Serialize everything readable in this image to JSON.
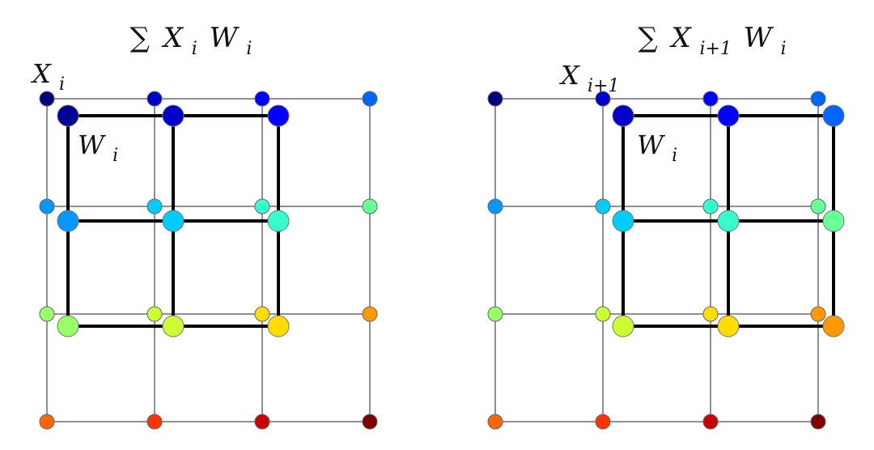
{
  "panels": [
    {
      "id": "left",
      "title": {
        "symbol": "∑",
        "parts": [
          {
            "base": "X",
            "sub": "i"
          },
          {
            "base": "W",
            "sub": "i"
          }
        ]
      },
      "input_label": {
        "base": "X",
        "sub": "i"
      },
      "kernel_label": {
        "base": "W",
        "sub": "i"
      },
      "input_grid": [
        [
          "#000080",
          "#0000cd",
          "#0000ff",
          "#0066ff"
        ],
        [
          "#0099ff",
          "#00ccff",
          "#33ffcc",
          "#66ff99"
        ],
        [
          "#99ff66",
          "#ccff33",
          "#ffdd00",
          "#ff9900"
        ],
        [
          "#ff6600",
          "#ff3300",
          "#cc0000",
          "#800000"
        ]
      ],
      "kernel_grid": [
        [
          "#000099",
          "#0000cc",
          "#0000ff"
        ],
        [
          "#0099ff",
          "#00ccff",
          "#33ffcc"
        ],
        [
          "#99ff66",
          "#ccff33",
          "#ffdd00"
        ]
      ],
      "kernel_offset_cols": 0
    },
    {
      "id": "right",
      "title": {
        "symbol": "∑",
        "parts": [
          {
            "base": "X",
            "sub": "i+1"
          },
          {
            "base": "W",
            "sub": "i"
          }
        ]
      },
      "input_label": {
        "base": "X",
        "sub": "i+1"
      },
      "kernel_label": {
        "base": "W",
        "sub": "i"
      },
      "input_grid": [
        [
          "#000080",
          "#0000cd",
          "#0000ff",
          "#0066ff"
        ],
        [
          "#0099ff",
          "#00ccff",
          "#33ffcc",
          "#66ff99"
        ],
        [
          "#99ff66",
          "#ccff33",
          "#ffdd00",
          "#ff9900"
        ],
        [
          "#ff6600",
          "#ff3300",
          "#cc0000",
          "#800000"
        ]
      ],
      "kernel_grid": [
        [
          "#0000cc",
          "#0000ff",
          "#0066ff"
        ],
        [
          "#00ccff",
          "#33ffcc",
          "#66ff99"
        ],
        [
          "#ccff33",
          "#ffdd00",
          "#ff9900"
        ]
      ],
      "kernel_offset_cols": 1
    }
  ]
}
